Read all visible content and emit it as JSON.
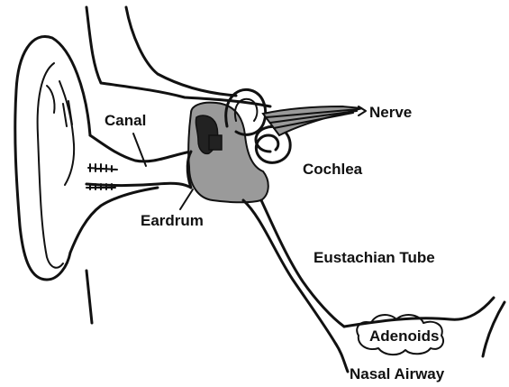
{
  "labels": {
    "canal": "Canal",
    "nerve": "Nerve",
    "cochlea": "Cochlea",
    "eardrum": "Eardrum",
    "eustachian_tube": "Eustachian Tube",
    "adenoids": "Adenoids",
    "nasal_airway": "Nasal Airway"
  },
  "colors": {
    "ink": "#111111",
    "background": "#ffffff",
    "tissue": "#9a9a9a"
  }
}
